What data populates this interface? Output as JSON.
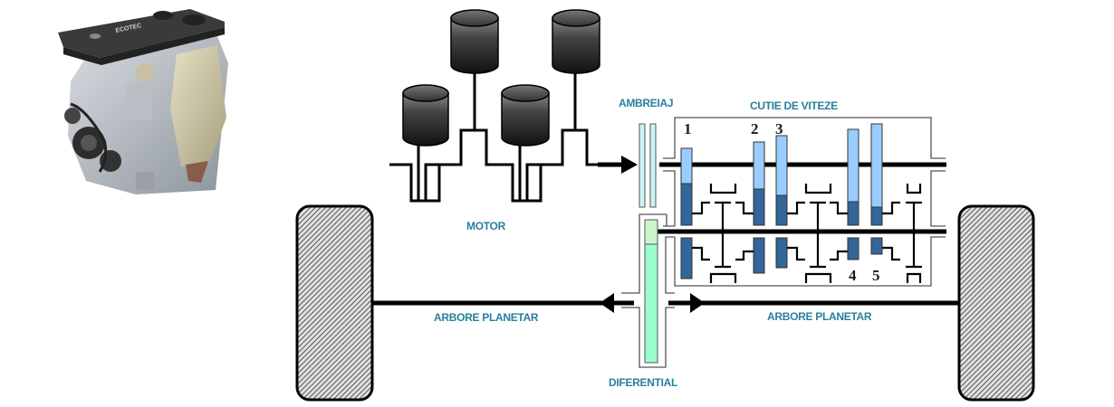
{
  "diagram": {
    "title": "Transmisie autovehicul",
    "engine_photo": {
      "badge_text": "ECOTEC",
      "description": "engine-photo"
    },
    "labels": {
      "motor": "MOTOR",
      "clutch": "AMBREIAJ",
      "gearbox": "CUTIE DE VITEZE",
      "axle_left": "ARBORE PLANETAR",
      "axle_right": "ARBORE PLANETAR",
      "differential": "DIFERENTIAL"
    },
    "gears": {
      "top_numbers": [
        "1",
        "2",
        "3"
      ],
      "bottom_numbers": [
        "4",
        "5"
      ]
    },
    "colors": {
      "label_text": "#2a7f9e",
      "gear_light": "#99ccff",
      "gear_dark": "#336699",
      "clutch": "#ccf5f5",
      "diff_light": "#ccf5cc",
      "diff_main": "#99ffcc",
      "cylinder_top": "#555555",
      "cylinder_bottom": "#111111",
      "shaft": "#000000"
    }
  }
}
